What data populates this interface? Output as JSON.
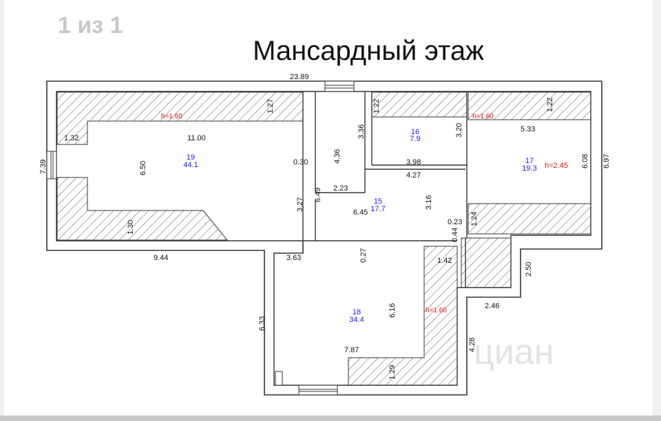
{
  "page_counter": "1 из 1",
  "title": "Мансардный этаж",
  "watermark": "циан",
  "colors": {
    "area_blue": "#1a1aff",
    "height_red": "#e01010",
    "wall": "#333333"
  },
  "rooms": [
    {
      "number": "19",
      "area": "44.1",
      "height": "h=1.60"
    },
    {
      "number": "16",
      "area": "7.9"
    },
    {
      "number": "17",
      "area": "19.3",
      "height": "h=2.45",
      "height_low": "h=1.60"
    },
    {
      "number": "15",
      "area": "17.7"
    },
    {
      "number": "18",
      "area": "34.4",
      "height": "h=1.60"
    }
  ],
  "dimensions": {
    "overall_width": "23.89",
    "left_height": "7.39",
    "right_height": "6.97",
    "left_bottom": "9.44",
    "r19_slope_top": "1.27",
    "r19_slope_left": "1.32",
    "r19_length": "11.00",
    "r19_width": "6.50",
    "r19_slope_bottom": "1.30",
    "wall_thick": "0.30",
    "corr_width": "4.36",
    "corr_height": "3.36",
    "corr_low": "2.23",
    "wall_a": "6.49",
    "wall_b": "3.27",
    "r16_slope": "1.22",
    "r16_height": "3.20",
    "r16_width": "3.98",
    "r15_width": "4.27",
    "r15_length": "6.45",
    "r15_height": "3.16",
    "small_a": "0.23",
    "small_b": "0.44",
    "r17_slope_top": "1.22",
    "r17_width": "5.33",
    "r17_height": "6.08",
    "r17_slope_bottom": "1.24",
    "r18_top": "3.63",
    "r18_top2": "0.27",
    "r18_slope_top": "1.42",
    "r18_height": "6.16",
    "r18_width": "7.87",
    "r18_slope_bottom": "1.29",
    "r18_left": "6.33",
    "ext_height": "2.50",
    "ext_width": "2.46",
    "ext_low": "4.28"
  }
}
